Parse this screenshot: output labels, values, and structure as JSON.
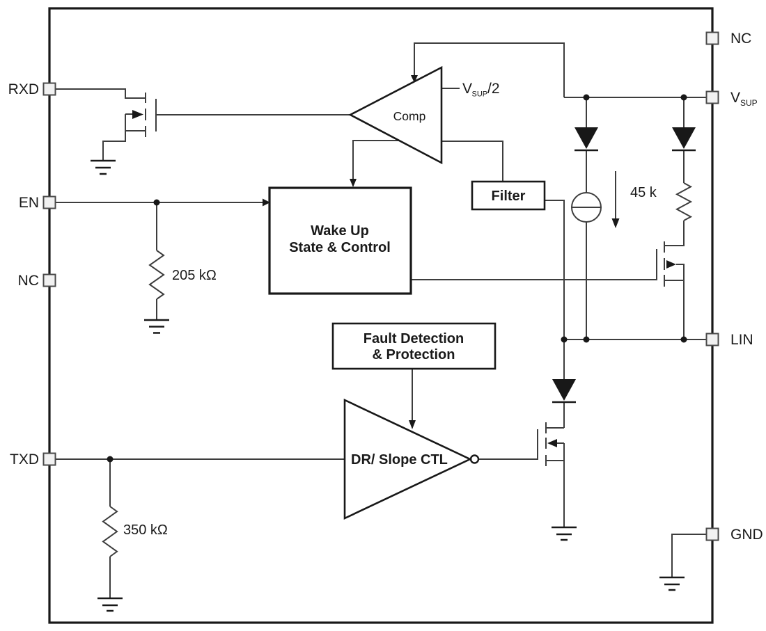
{
  "pins": {
    "left": [
      {
        "id": "rxd",
        "label": "RXD"
      },
      {
        "id": "en",
        "label": "EN"
      },
      {
        "id": "nc",
        "label": "NC"
      },
      {
        "id": "txd",
        "label": "TXD"
      }
    ],
    "right": [
      {
        "id": "nc",
        "label": "NC"
      },
      {
        "id": "vsup",
        "label_main": "V",
        "label_sub": "SUP"
      },
      {
        "id": "lin",
        "label": "LIN"
      },
      {
        "id": "gnd",
        "label": "GND"
      }
    ]
  },
  "blocks": {
    "comparator": {
      "label": "Comp"
    },
    "wakeup": {
      "line1": "Wake Up",
      "line2": "State & Control"
    },
    "filter": {
      "label": "Filter"
    },
    "fault": {
      "line1": "Fault Detection",
      "line2": "& Protection"
    },
    "driver": {
      "label": "DR/ Slope CTL"
    }
  },
  "labels": {
    "comp_reference": {
      "main": "V",
      "sub": "SUP",
      "suffix": "/2"
    },
    "en_pulldown_resistor": "205 kΩ",
    "txd_pulldown_resistor": "350 kΩ",
    "lin_pullup_resistor": "45 k"
  },
  "colors": {
    "wire": "#3d3d3d",
    "ink": "#181818",
    "pinfill": "#f1f1f1",
    "pinborder": "#4a4a4a",
    "text": "#1a1a1a",
    "paper": "#ffffff"
  }
}
